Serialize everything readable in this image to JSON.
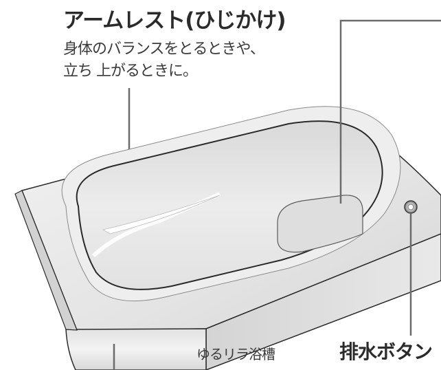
{
  "callouts": {
    "armrest": {
      "title": "アームレスト(ひじかけ)",
      "desc_line1": "身体のバランスをとるときや、",
      "desc_line2": "立ち 上がるときに。"
    },
    "drain_button": {
      "title": "排水ボタン"
    }
  },
  "product": {
    "name": "ゆるリラ浴槽"
  },
  "colors": {
    "leader_line": "#6b6b6b",
    "tub_outline": "#2a2a2a",
    "tub_surface": "#e6e6e6",
    "tub_shadow": "#c9c9c9"
  }
}
